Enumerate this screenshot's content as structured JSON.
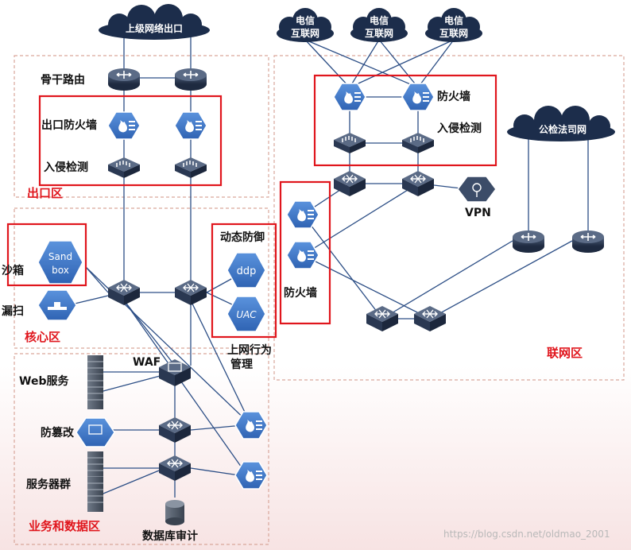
{
  "clouds": {
    "upper_exit": "上级网络出口",
    "telecom_1": [
      "电信",
      "互联网"
    ],
    "telecom_2": [
      "电信",
      "互联网"
    ],
    "telecom_3": [
      "电信",
      "互联网"
    ],
    "public_security": "公检法司网"
  },
  "labels": {
    "backbone_router": "骨干路由",
    "exit_firewall": "出口防火墙",
    "exit_ids": "入侵检测",
    "sandbox": "沙箱",
    "leak_scan": "漏扫",
    "dynamic_defense": "动态防御",
    "internet_behavior": [
      "上网行为",
      "管理"
    ],
    "web_service": "Web服务",
    "waf": "WAF",
    "anti_tamper": "防篡改",
    "server_cluster": "服务器群",
    "db_audit": "数据库审计",
    "internet_firewall": "防火墙",
    "internet_ids": "入侵检测",
    "vpn": "VPN",
    "left_firewall": "防火墙"
  },
  "device_text": {
    "sandbox": [
      "Sand",
      "box"
    ],
    "ddp": "ddp",
    "uac": "UAC"
  },
  "zones": {
    "exit": "出口区",
    "core": "核心区",
    "business": "业务和数据区",
    "internet": "联网区"
  },
  "watermark": "https://blog.csdn.net/oldmao_2001",
  "colors": {
    "zone_red": "#e0161d",
    "dashed_border": "#d9a79b",
    "link_blue": "#2d4f86",
    "device_dark": "#2c3b57",
    "hex_blue": "#3f78c9",
    "cloud_navy": "#1c2d4b"
  }
}
